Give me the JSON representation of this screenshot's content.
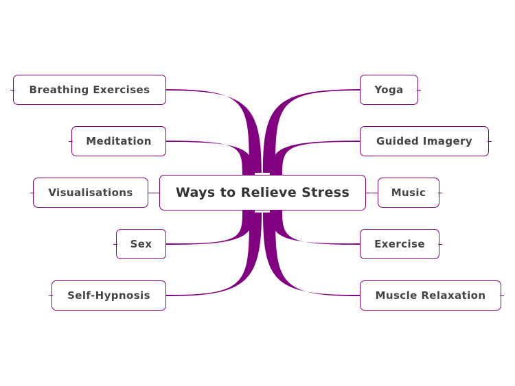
{
  "central": {
    "label": "Ways to Relieve Stress"
  },
  "branches": [
    {
      "id": "breathing",
      "label": "Breathing Exercises",
      "side": "left"
    },
    {
      "id": "meditation",
      "label": "Meditation",
      "side": "left"
    },
    {
      "id": "visualisations",
      "label": "Visualisations",
      "side": "left"
    },
    {
      "id": "sex",
      "label": "Sex",
      "side": "left"
    },
    {
      "id": "self-hypnosis",
      "label": "Self-Hypnosis",
      "side": "left"
    },
    {
      "id": "yoga",
      "label": "Yoga",
      "side": "right"
    },
    {
      "id": "guided-imagery",
      "label": "Guided Imagery",
      "side": "right"
    },
    {
      "id": "music",
      "label": "Music",
      "side": "right"
    },
    {
      "id": "exercise",
      "label": "Exercise",
      "side": "right"
    },
    {
      "id": "muscle-relaxation",
      "label": "Muscle Relaxation",
      "side": "right"
    }
  ],
  "colors": {
    "branch": "#800080",
    "text": "#444444"
  }
}
